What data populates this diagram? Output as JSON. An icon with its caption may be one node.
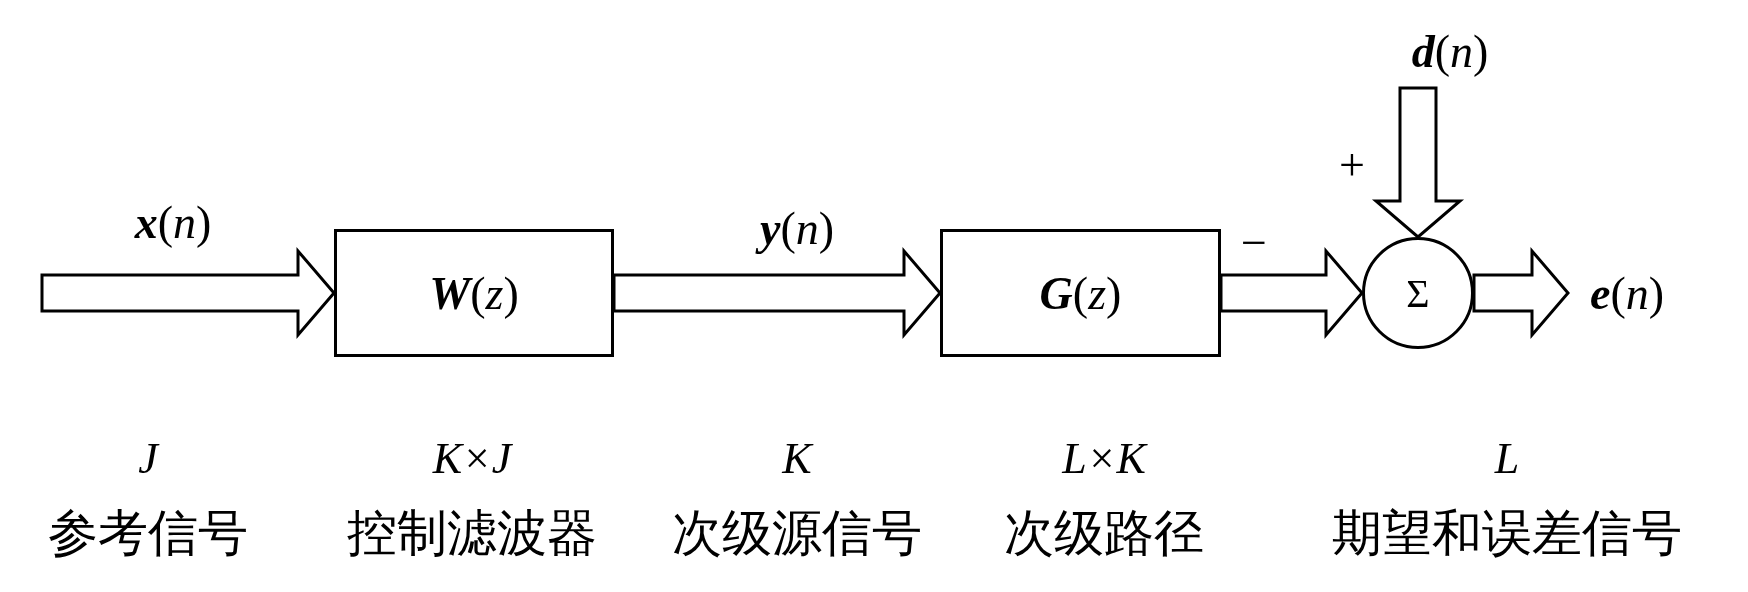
{
  "diagram": {
    "nodes": [
      {
        "text": [
          "**W**(*z*)"
        ]
      },
      {
        "text": [
          "**G**(*z*)"
        ]
      },
      {
        "text": [
          "Σ"
        ]
      },
      {
        "text": [
          "**d**(*n*)"
        ]
      },
      {
        "text": [
          "**e**(*n*)"
        ]
      }
    ],
    "edges": [
      {
        "from": null,
        "to": 0,
        "arrow": "to",
        "label": "**x**(*n*)"
      },
      {
        "from": 0,
        "to": 1,
        "arrow": "to",
        "label": "**y**(*n*)"
      },
      {
        "from": 1,
        "to": 2,
        "arrow": "to",
        "label": "−"
      },
      {
        "from": 3,
        "to": 2,
        "arrow": "to",
        "label": "+"
      },
      {
        "from": 2,
        "to": 4,
        "arrow": "to"
      }
    ],
    "labels": [
      "J",
      "K×J",
      "K",
      "L×K",
      "L",
      "参考信号",
      "控制滤波器",
      "次级源信号",
      "次级路径",
      "期望和误差信号"
    ]
  }
}
